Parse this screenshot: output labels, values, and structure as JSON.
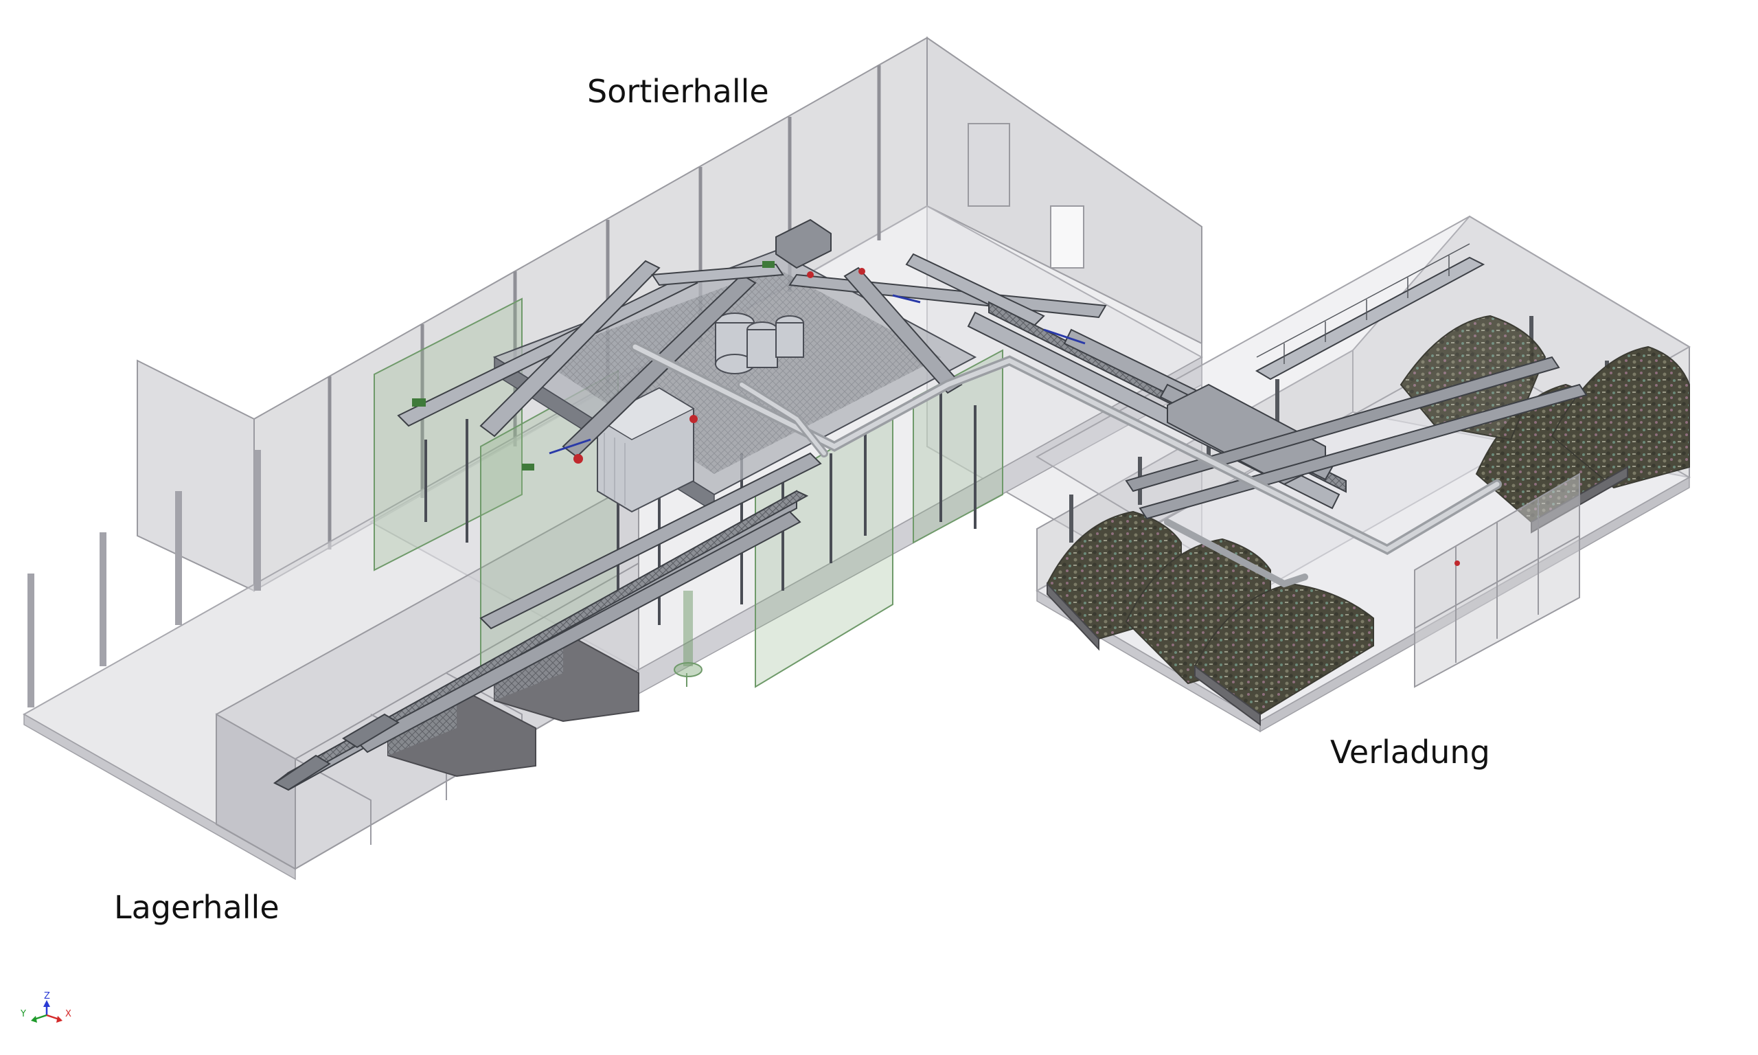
{
  "labels": {
    "sortierhalle": "Sortierhalle",
    "verladung": "Verladung",
    "lagerhalle": "Lagerhalle"
  },
  "axis_triad": {
    "x": "X",
    "y": "Y",
    "z": "Z"
  },
  "colors": {
    "background": "#ffffff",
    "hall_wall": "#bfbfc4",
    "steel_dark": "#4a4d55",
    "steel_light": "#c9ccd2",
    "pipe": "#b9bcc0",
    "green_structure": "#8fb38a",
    "accent_red": "#c0282d",
    "accent_blue": "#2a3aa8",
    "material_pile": "#4b4a3c",
    "bunker": "#6a6a6e",
    "axis_x": "#d42a2a",
    "axis_y": "#1e9a2a",
    "axis_z": "#2a3ad4"
  }
}
